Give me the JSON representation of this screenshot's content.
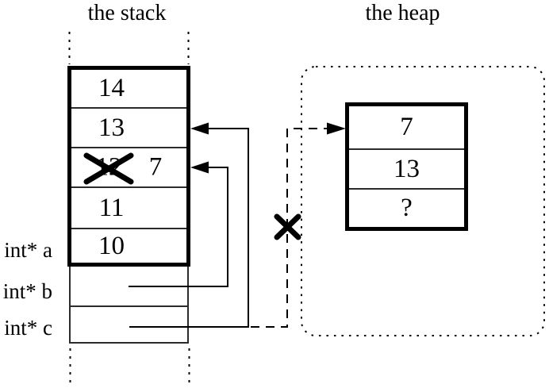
{
  "diagram": {
    "stack": {
      "title": "the stack",
      "cells": [
        {
          "value": "14"
        },
        {
          "value": "13"
        },
        {
          "value": "12",
          "crossed_out": true,
          "new_value": "7"
        },
        {
          "value": "11"
        },
        {
          "value": "10"
        }
      ],
      "pointer_labels": [
        {
          "text": "int* a"
        },
        {
          "text": "int* b"
        },
        {
          "text": "int* c"
        }
      ]
    },
    "heap": {
      "title": "the heap",
      "cells": [
        {
          "value": "7"
        },
        {
          "value": "13"
        },
        {
          "value": "?"
        }
      ]
    },
    "pointers": {
      "b_target": "stack cell 12 (now 7)",
      "c_target": "stack cell 13",
      "dangling_dashed_target": "heap cell 7",
      "crossed_out_marks": 2
    },
    "colors": {
      "line": "#000000",
      "thin_line": "#2b2b2b",
      "background": "#ffffff"
    }
  }
}
